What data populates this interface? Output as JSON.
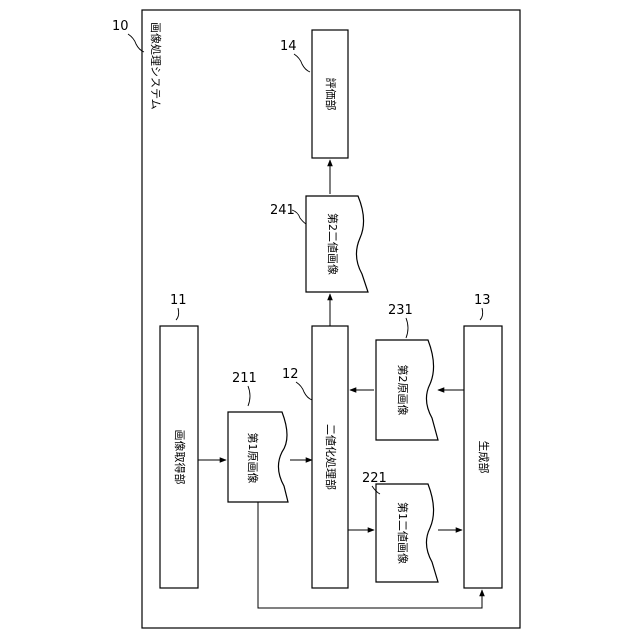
{
  "system": {
    "ref": "10",
    "title": "画像処理システム"
  },
  "blocks": {
    "image_acquisition": {
      "ref": "11",
      "label": "画像取得部"
    },
    "binarization": {
      "ref": "12",
      "label": "二値化処理部"
    },
    "generation": {
      "ref": "13",
      "label": "生成部"
    },
    "evaluation": {
      "ref": "14",
      "label": "評価部"
    }
  },
  "documents": {
    "first_original": {
      "ref": "211",
      "label": "第1原画像"
    },
    "first_binary": {
      "ref": "221",
      "label": "第1二値画像"
    },
    "second_original": {
      "ref": "231",
      "label": "第2原画像"
    },
    "second_binary": {
      "ref": "241",
      "label": "第2二値画像"
    }
  }
}
